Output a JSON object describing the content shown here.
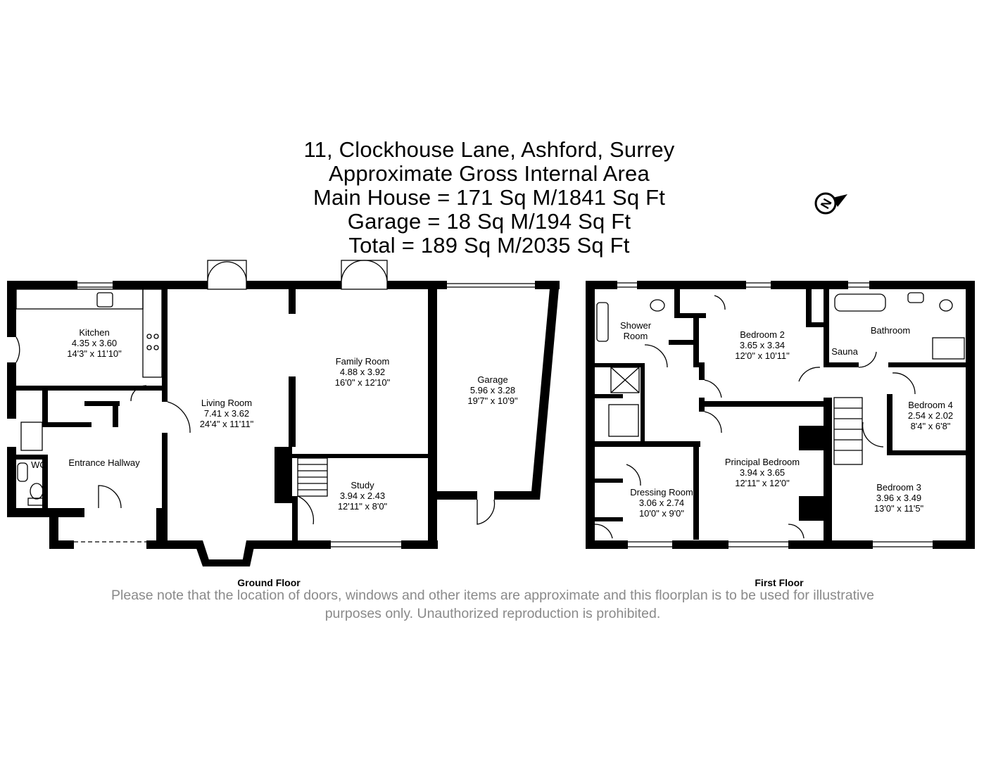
{
  "header": {
    "address": "11, Clockhouse Lane, Ashford, Surrey",
    "subtitle": "Approximate Gross Internal Area",
    "main_house": "Main House = 171 Sq M/1841 Sq Ft",
    "garage": "Garage = 18 Sq M/194 Sq Ft",
    "total": "Total = 189 Sq M/2035 Sq Ft"
  },
  "compass": {
    "letter": "N",
    "icon": "north-arrow-icon"
  },
  "ground_floor": {
    "label": "Ground Floor",
    "rooms": [
      {
        "name": "Kitchen",
        "metric": "4.35 x 3.60",
        "imperial": "14'3\" x 11'10\""
      },
      {
        "name": "Living Room",
        "metric": "7.41 x 3.62",
        "imperial": "24'4\" x 11'11\""
      },
      {
        "name": "Family Room",
        "metric": "4.88 x 3.92",
        "imperial": "16'0\" x 12'10\""
      },
      {
        "name": "Garage",
        "metric": "5.96 x 3.28",
        "imperial": "19'7\" x 10'9\""
      },
      {
        "name": "Entrance Hallway"
      },
      {
        "name": "WC"
      },
      {
        "name": "Study",
        "metric": "3.94 x 2.43",
        "imperial": "12'11\" x 8'0\""
      }
    ]
  },
  "first_floor": {
    "label": "First Floor",
    "rooms": [
      {
        "name": "Shower",
        "name2": "Room"
      },
      {
        "name": "Bedroom 2",
        "metric": "3.65 x 3.34",
        "imperial": "12'0\" x 10'11\""
      },
      {
        "name": "Bathroom"
      },
      {
        "name": "Sauna"
      },
      {
        "name": "Bedroom 4",
        "metric": "2.54 x 2.02",
        "imperial": "8'4\" x 6'8\""
      },
      {
        "name": "Principal Bedroom",
        "metric": "3.94 x 3.65",
        "imperial": "12'11\" x 12'0\""
      },
      {
        "name": "Dressing Room",
        "metric": "3.06 x 2.74",
        "imperial": "10'0\" x 9'0\""
      },
      {
        "name": "Bedroom 3",
        "metric": "3.96 x 3.49",
        "imperial": "13'0\" x 11'5\""
      }
    ]
  },
  "disclaimer": {
    "line1": "Please note that the location of doors, windows and other items are approximate and this floorplan is to be used for illustrative",
    "line2": "purposes only. Unauthorized reproduction is prohibited."
  }
}
